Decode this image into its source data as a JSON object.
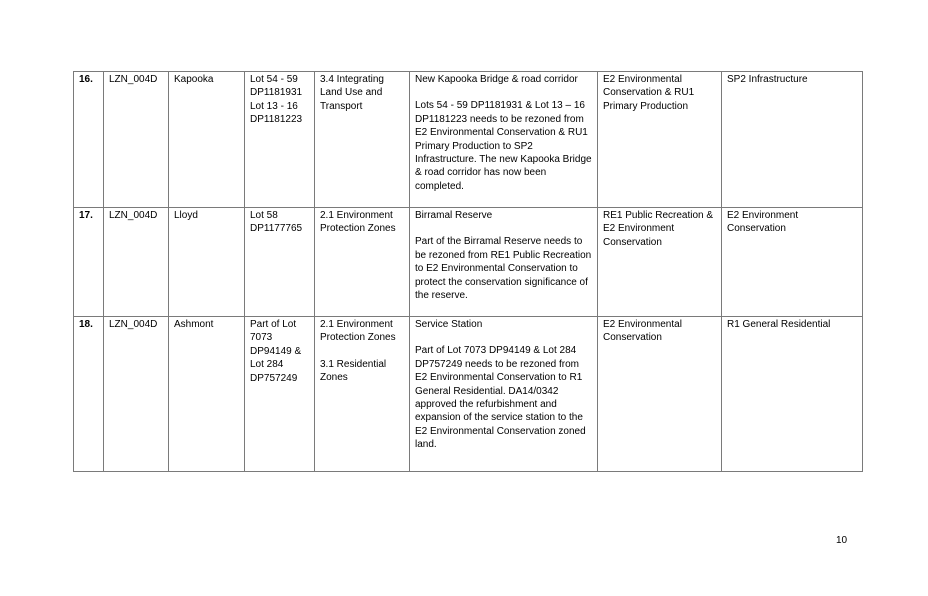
{
  "rows": [
    {
      "no": "16.",
      "code": "LZN_004D",
      "locality": "Kapooka",
      "lot": [
        "Lot 54 - 59",
        "DP1181931",
        "Lot 13 - 16",
        "DP1181223"
      ],
      "direction": [
        "3.4 Integrating Land Use and Transport"
      ],
      "title": "New Kapooka Bridge & road corridor",
      "detail": "Lots 54 - 59 DP1181931 & Lot 13 – 16 DP1181223 needs to be rezoned from E2 Environmental Conservation & RU1 Primary Production to SP2 Infrastructure. The new Kapooka Bridge & road corridor has now been completed.",
      "current": "E2 Environmental Conservation & RU1 Primary Production",
      "proposed": "SP2 Infrastructure"
    },
    {
      "no": "17.",
      "code": "LZN_004D",
      "locality": "Lloyd",
      "lot": [
        "Lot 58",
        "DP1177765"
      ],
      "direction": [
        "2.1 Environment Protection Zones"
      ],
      "title": "Birramal Reserve",
      "detail": "Part of the Birramal Reserve needs to be rezoned from RE1 Public Recreation to E2 Environmental Conservation to protect the conservation significance of the reserve.",
      "current": "RE1 Public Recreation & E2 Environment Conservation",
      "proposed": "E2 Environment Conservation"
    },
    {
      "no": "18.",
      "code": "LZN_004D",
      "locality": "Ashmont",
      "lot": [
        "Part of Lot",
        "7073",
        "DP94149 &",
        "Lot 284",
        "DP757249"
      ],
      "direction": [
        "2.1 Environment Protection Zones",
        "3.1 Residential Zones"
      ],
      "title": "Service Station",
      "detail": "Part of Lot 7073 DP94149 & Lot 284 DP757249 needs to be rezoned from E2 Environmental Conservation to R1 General Residential. DA14/0342 approved the refurbishment and expansion of the service station to the E2 Environmental Conservation zoned land.",
      "current": "E2 Environmental Conservation",
      "proposed": "R1 General Residential"
    }
  ],
  "page_number": "10"
}
